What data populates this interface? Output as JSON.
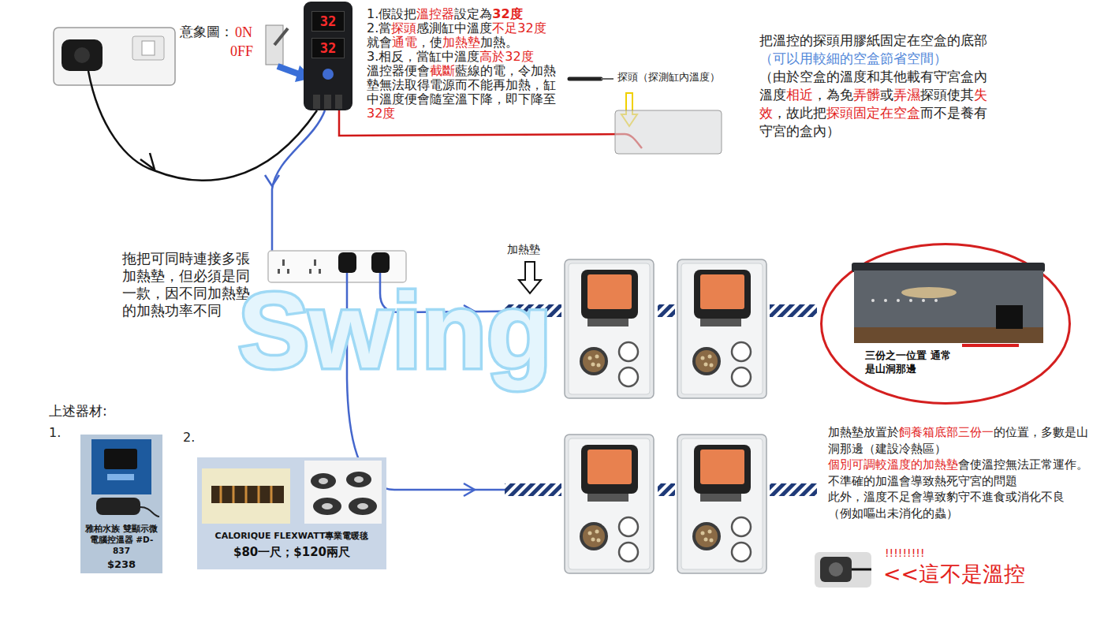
{
  "diagram": {
    "nodes": [
      {
        "text": [
          "32",
          "32"
        ]
      },
      {
        "text": [
          "三份之一位置 通常是山洞那邊"
        ]
      },
      {
        "text": [
          "雅柏水族 雙顯示微電腦控溫器 #D-837",
          "$238"
        ]
      },
      {
        "text": [
          "CALORIQUE FLEXWATT專業電暖毯",
          "$80一尺；$120兩尺"
        ]
      }
    ],
    "labels": [
      "1.假設把",
      "溫控器",
      "設定為",
      "32度",
      "2.當",
      "探頭",
      "感測缸中溫度",
      "不足32度",
      "就會",
      "通電",
      "，使",
      "加熱墊",
      "加熱。",
      "3.相反，當缸中溫度",
      "高於32度",
      "溫控器便會",
      "截斷",
      "藍線的電，令加熱墊無法取得電源而不能再加熱，缸中溫度便會隨室溫下降，即下降至",
      "32度",
      "把溫控的探頭用膠紙固定在空盒的底部",
      "（可以用較細的空盒節省空間）",
      "（由於空盒的溫度和其他載有守宮盒內溫度",
      "相近",
      "，為免",
      "弄髒",
      "或",
      "弄濕",
      "探頭使其",
      "失效",
      "，故此把",
      "探頭固定在空盒",
      "而不是養有守宮的盒內）",
      "拖把可同時連接多張加熱墊，但必須是同一款，因不同加熱墊的加熱功率不同",
      "加熱墊放置於",
      "飼養箱底部三份一",
      "的位置，多數是山洞那邊（建設冷熱區）",
      "個別可調較溫度的加熱墊",
      "會使溫控無法正常運作。",
      "不準確的加溫會導致熱死守宮的問題",
      "此外，溫度不足會導致豹守不進食或消化不良",
      "（例如嘔出未消化的蟲）",
      "意象圖：",
      "0N",
      "0FF",
      "探頭（探測缸內溫度）",
      "加熱墊",
      "Swing",
      "上述器材:",
      "1.",
      "2.",
      "!!!!!!!!!",
      "<<這不是溫控"
    ]
  }
}
